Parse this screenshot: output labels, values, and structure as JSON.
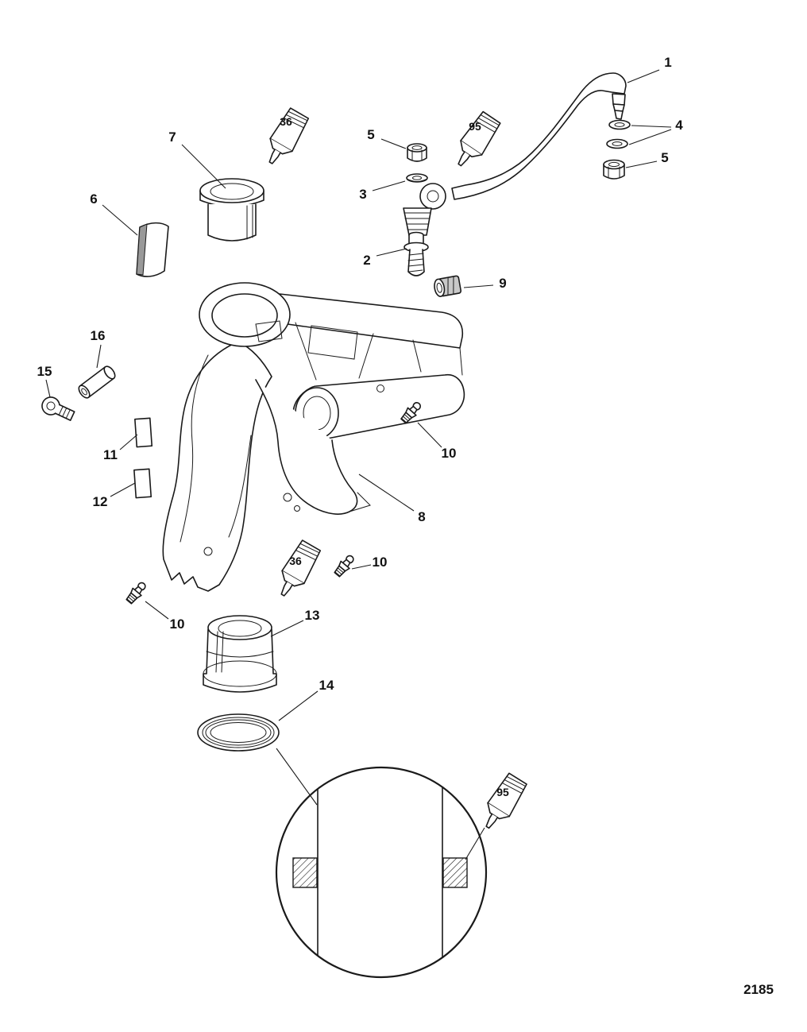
{
  "colors": {
    "ink": "#1a1a1a",
    "background": "#ffffff"
  },
  "drawing_number": "2185",
  "callouts": {
    "c1": "1",
    "c2": "2",
    "c3": "3",
    "c4": "4",
    "c5_left": "5",
    "c5_right": "5",
    "c6": "6",
    "c7": "7",
    "c8": "8",
    "c9": "9",
    "c10_right": "10",
    "c10_mid": "10",
    "c10_left": "10",
    "c11": "11",
    "c12": "12",
    "c13": "13",
    "c14": "14",
    "c15": "15",
    "c16": "16"
  },
  "adhesives": {
    "upper_36": "36",
    "upper_95": "95",
    "lower_36": "36",
    "detail_95": "95"
  }
}
